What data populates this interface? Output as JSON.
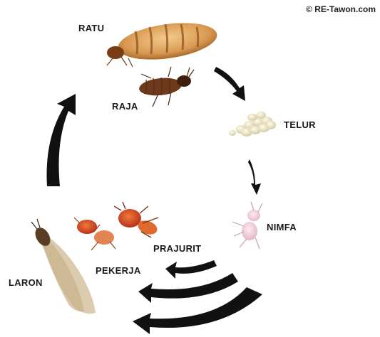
{
  "copyright": "© RE-Tawon.com",
  "stages": {
    "ratu": "RATU",
    "raja": "RAJA",
    "telur": "TELUR",
    "nimfa": "NIMFA",
    "prajurit": "PRAJURIT",
    "pekerja": "PEKERJA",
    "laron": "LARON"
  }
}
